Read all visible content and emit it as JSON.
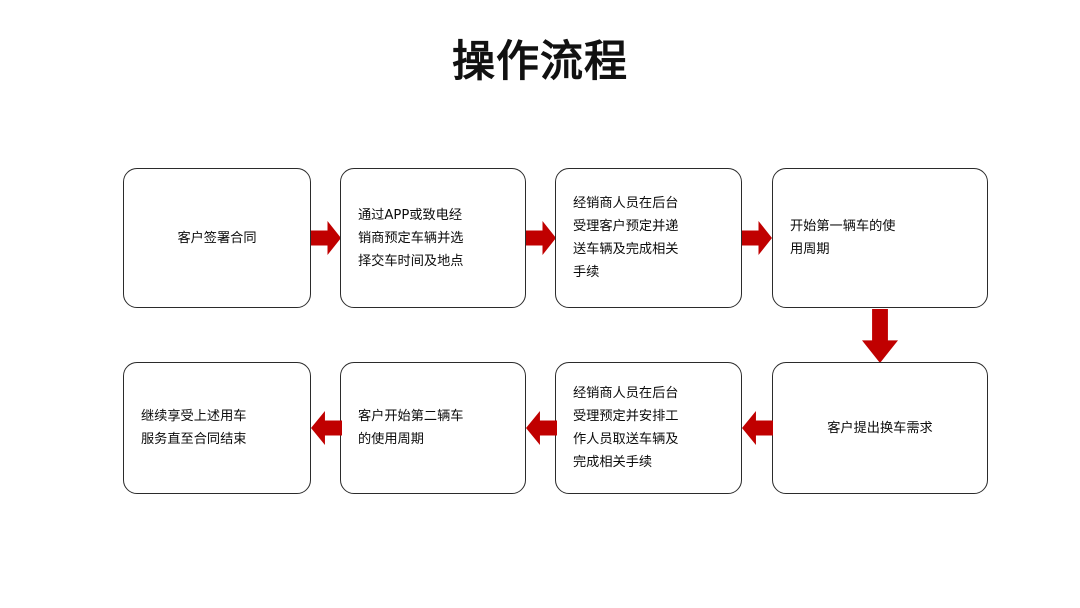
{
  "slide": {
    "title": "操作流程",
    "background_color": "#FFFFFF",
    "accent_color": "#C00000",
    "box_border_color": "#2B2B2B",
    "text_color": "#0B0B0B"
  },
  "flow": {
    "row1_direction": "left-to-right",
    "row2_direction": "right-to-left",
    "nodes": [
      {
        "id": "n1",
        "order": 1,
        "row": 1,
        "align": "center",
        "text": "客户签署合同"
      },
      {
        "id": "n2",
        "order": 2,
        "row": 1,
        "align": "left",
        "text": "通过APP或致电经\n销商预定车辆并选\n择交车时间及地点"
      },
      {
        "id": "n3",
        "order": 3,
        "row": 1,
        "align": "left",
        "text": "经销商人员在后台\n受理客户预定并递\n送车辆及完成相关\n手续"
      },
      {
        "id": "n4",
        "order": 4,
        "row": 1,
        "align": "left",
        "text": "开始第一辆车的使\n用周期"
      },
      {
        "id": "n5",
        "order": 5,
        "row": 2,
        "align": "center",
        "text": "客户提出换车需求"
      },
      {
        "id": "n6",
        "order": 6,
        "row": 2,
        "align": "left",
        "text": "经销商人员在后台\n受理预定并安排工\n作人员取送车辆及\n完成相关手续"
      },
      {
        "id": "n7",
        "order": 7,
        "row": 2,
        "align": "left",
        "text": "客户开始第二辆车\n的使用周期"
      },
      {
        "id": "n8",
        "order": 8,
        "row": 2,
        "align": "left",
        "text": "继续享受上述用车\n服务直至合同结束"
      }
    ],
    "connectors": [
      {
        "id": "c1",
        "from": "n1",
        "to": "n2",
        "direction": "right",
        "icon": "arrow-right-icon"
      },
      {
        "id": "c2",
        "from": "n2",
        "to": "n3",
        "direction": "right",
        "icon": "arrow-right-icon"
      },
      {
        "id": "c3",
        "from": "n3",
        "to": "n4",
        "direction": "right",
        "icon": "arrow-right-icon"
      },
      {
        "id": "c4",
        "from": "n4",
        "to": "n5",
        "direction": "down",
        "icon": "arrow-down-icon"
      },
      {
        "id": "c5",
        "from": "n5",
        "to": "n6",
        "direction": "left",
        "icon": "arrow-left-icon"
      },
      {
        "id": "c6",
        "from": "n6",
        "to": "n7",
        "direction": "left",
        "icon": "arrow-left-icon"
      },
      {
        "id": "c7",
        "from": "n7",
        "to": "n8",
        "direction": "left",
        "icon": "arrow-left-icon"
      }
    ]
  }
}
